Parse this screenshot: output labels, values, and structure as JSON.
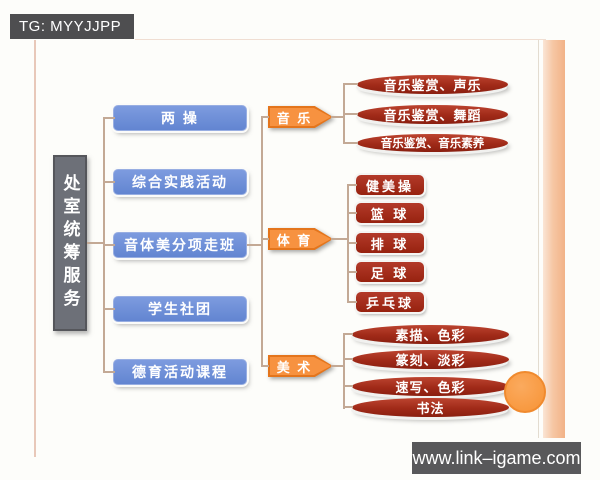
{
  "watermarks": {
    "top": "TG: MYYJJPP",
    "bottom": "www.link–igame.com"
  },
  "diagram": {
    "root": "处室统筹服务",
    "level1": [
      {
        "label": "两 操"
      },
      {
        "label": "综合实践活动"
      },
      {
        "label": "音体美分项走班"
      },
      {
        "label": "学生社团"
      },
      {
        "label": "德育活动课程"
      }
    ],
    "branches": [
      {
        "label": "音 乐",
        "children": [
          {
            "label": "音乐鉴赏、声乐"
          },
          {
            "label": "音乐鉴赏、舞蹈"
          },
          {
            "label": "音乐鉴赏、音乐素养"
          }
        ]
      },
      {
        "label": "体 育",
        "children": [
          {
            "label": "健美操"
          },
          {
            "label": "篮 球"
          },
          {
            "label": "排 球"
          },
          {
            "label": "足 球"
          },
          {
            "label": "乒乓球"
          }
        ]
      },
      {
        "label": "美 术",
        "children": [
          {
            "label": "素描、色彩"
          },
          {
            "label": "篆刻、淡彩"
          },
          {
            "label": "速写、色彩"
          },
          {
            "label": "书法"
          }
        ]
      }
    ]
  },
  "colors": {
    "level1_fill": "#6e8bd6",
    "branch_fill": "#f79240",
    "branch_border": "#e4751c",
    "leaf_fill": "#a92c1d",
    "root_fill": "#6d7078",
    "connector": "#c3a995",
    "accent_circle": "#f79335",
    "banner_bg": "#58585a",
    "frame_pink": "#f6c7a4"
  }
}
